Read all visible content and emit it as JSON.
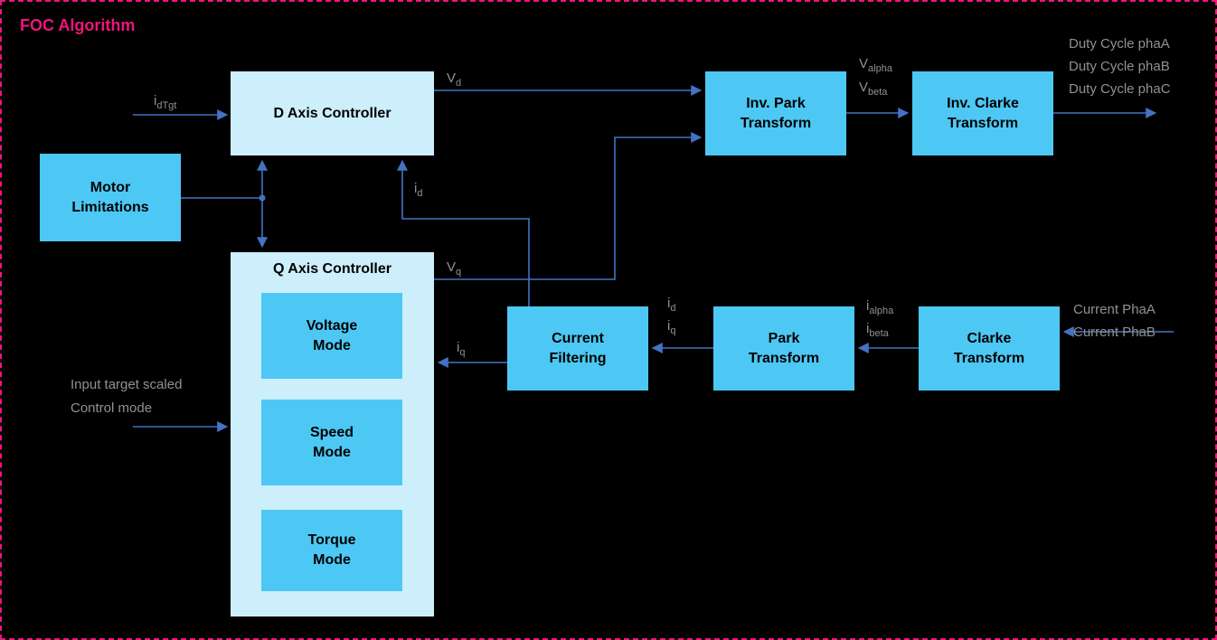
{
  "title": "FOC Algorithm",
  "colors": {
    "border_pink": "#f0147a",
    "block_light_blue": "#cdeefb",
    "block_bright_blue": "#4dc8f4",
    "wire_blue": "#4472c4",
    "label_gray": "#919191",
    "background": "#000000"
  },
  "blocks": {
    "d_axis": {
      "lines": [
        "D Axis Controller"
      ]
    },
    "motor_limitations": {
      "lines": [
        "Motor",
        "Limitations"
      ]
    },
    "q_axis": {
      "lines": [
        "Q Axis Controller"
      ]
    },
    "voltage_mode": {
      "lines": [
        "Voltage",
        "Mode"
      ]
    },
    "speed_mode": {
      "lines": [
        "Speed",
        "Mode"
      ]
    },
    "torque_mode": {
      "lines": [
        "Torque",
        "Mode"
      ]
    },
    "inv_park": {
      "lines": [
        "Inv. Park",
        "Transform"
      ]
    },
    "inv_clarke": {
      "lines": [
        "Inv. Clarke",
        "Transform"
      ]
    },
    "current_filtering": {
      "lines": [
        "Current",
        "Filtering"
      ]
    },
    "park": {
      "lines": [
        "Park",
        "Transform"
      ]
    },
    "clarke": {
      "lines": [
        "Clarke",
        "Transform"
      ]
    }
  },
  "signals": {
    "idtgt": {
      "base": "i",
      "sub": "dTgt"
    },
    "vd": {
      "base": "V",
      "sub": "d"
    },
    "vq": {
      "base": "V",
      "sub": "q"
    },
    "id_fb": {
      "base": "i",
      "sub": "d"
    },
    "iq_fb": {
      "base": "i",
      "sub": "q"
    },
    "valpha": {
      "base": "V",
      "sub": "alpha"
    },
    "vbeta": {
      "base": "V",
      "sub": "beta"
    },
    "ialpha": {
      "base": "i",
      "sub": "alpha"
    },
    "ibeta": {
      "base": "i",
      "sub": "beta"
    },
    "id_mid": {
      "base": "i",
      "sub": "d"
    },
    "iq_mid": {
      "base": "i",
      "sub": "q"
    }
  },
  "io_labels": {
    "duty_a": "Duty Cycle phaA",
    "duty_b": "Duty Cycle phaB",
    "duty_c": "Duty Cycle phaC",
    "current_a": "Current PhaA",
    "current_b": "Current PhaB",
    "input_target": "Input target scaled",
    "control_mode": "Control mode"
  }
}
